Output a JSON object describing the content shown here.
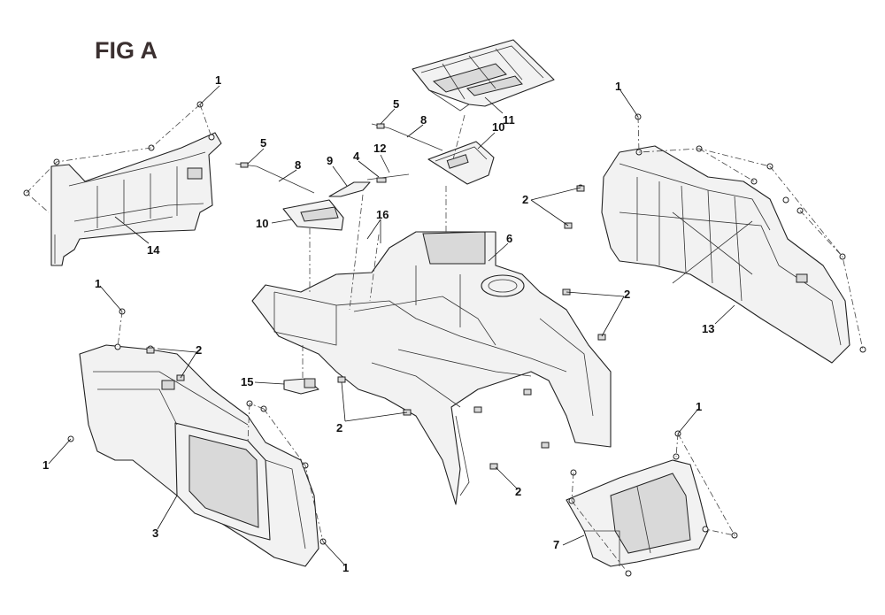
{
  "figure": {
    "title": "FIG A"
  },
  "callouts": [
    {
      "id": "c-1-top-left",
      "label": "1"
    },
    {
      "id": "c-14",
      "label": "14"
    },
    {
      "id": "c-5-left",
      "label": "5"
    },
    {
      "id": "c-8-left",
      "label": "8"
    },
    {
      "id": "c-9",
      "label": "9"
    },
    {
      "id": "c-4",
      "label": "4"
    },
    {
      "id": "c-12",
      "label": "12"
    },
    {
      "id": "c-5-mid",
      "label": "5"
    },
    {
      "id": "c-8-mid",
      "label": "8"
    },
    {
      "id": "c-10-right",
      "label": "10"
    },
    {
      "id": "c-11",
      "label": "11"
    },
    {
      "id": "c-10-left",
      "label": "10"
    },
    {
      "id": "c-16",
      "label": "16"
    },
    {
      "id": "c-6",
      "label": "6"
    },
    {
      "id": "c-1-top-right",
      "label": "1"
    },
    {
      "id": "c-2-right-upper",
      "label": "2"
    },
    {
      "id": "c-13",
      "label": "13"
    },
    {
      "id": "c-1-mid-left",
      "label": "1"
    },
    {
      "id": "c-2-left",
      "label": "2"
    },
    {
      "id": "c-15",
      "label": "15"
    },
    {
      "id": "c-2-mid-right",
      "label": "2"
    },
    {
      "id": "c-2-center",
      "label": "2"
    },
    {
      "id": "c-1-lower-left",
      "label": "1"
    },
    {
      "id": "c-3",
      "label": "3"
    },
    {
      "id": "c-1-lower-mid",
      "label": "1"
    },
    {
      "id": "c-2-lower",
      "label": "2"
    },
    {
      "id": "c-1-lower-right",
      "label": "1"
    },
    {
      "id": "c-7",
      "label": "7"
    }
  ]
}
